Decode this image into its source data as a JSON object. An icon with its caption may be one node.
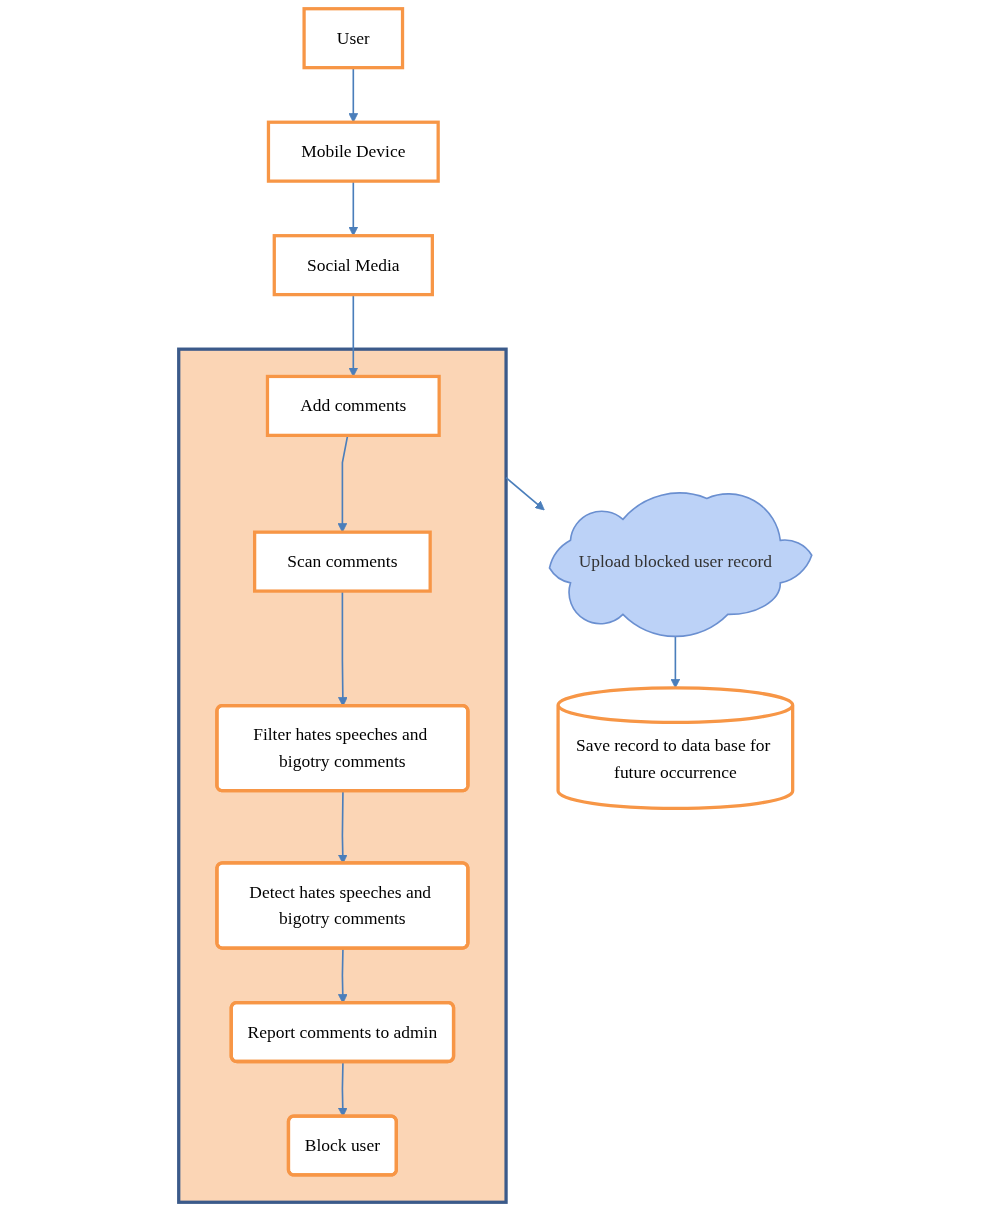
{
  "diagram": {
    "nodes": [
      {
        "text": [
          "User"
        ]
      },
      {
        "text": [
          "Mobile Device"
        ]
      },
      {
        "text": [
          "Social Media"
        ]
      },
      {
        "text": [],
        "shape": "box"
      },
      {
        "text": [
          "Add comments"
        ],
        "in": 3
      },
      {
        "text": [
          "Scan comments"
        ],
        "in": 3
      },
      {
        "text": [
          "Filter hates speeches and bigotry comments"
        ],
        "in": 3
      },
      {
        "text": [
          "Detect hates speeches and bigotry comments"
        ],
        "in": 3
      },
      {
        "text": [
          "Report comments to admin"
        ],
        "in": 3
      },
      {
        "text": [
          "Block user"
        ],
        "in": 3
      },
      {
        "text": [
          "Upload blocked user record"
        ]
      },
      {
        "text": [
          "Save record to data base for future occurrence"
        ]
      }
    ],
    "edges": [
      {
        "from": 0,
        "to": 1,
        "arrow": "to"
      },
      {
        "from": 1,
        "to": 2,
        "arrow": "to"
      },
      {
        "from": 2,
        "to": 4,
        "arrow": "to"
      },
      {
        "from": 4,
        "to": 5,
        "arrow": "to"
      },
      {
        "from": 5,
        "to": 6,
        "arrow": "to"
      },
      {
        "from": 6,
        "to": 7,
        "arrow": "to"
      },
      {
        "from": 7,
        "to": 8,
        "arrow": "to"
      },
      {
        "from": 8,
        "to": 9,
        "arrow": "to"
      },
      {
        "from": 3,
        "to": 10,
        "arrow": "to"
      },
      {
        "from": 10,
        "to": 11,
        "arrow": "to"
      }
    ]
  }
}
